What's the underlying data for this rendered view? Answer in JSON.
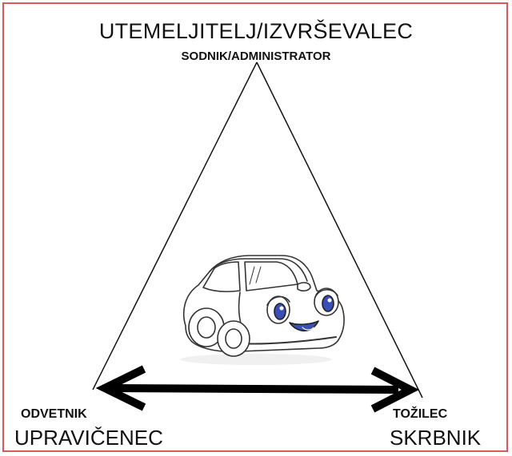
{
  "nodes": {
    "top": {
      "main": "UTEMELJITELJ/IZVRŠEVALEC",
      "sub": "SODNIK/ADMINISTRATOR"
    },
    "bottom_left": {
      "main": "UPRAVIČENEC",
      "sub": "ODVETNIK"
    },
    "bottom_right": {
      "main": "SKRBNIK",
      "sub": "TOŽILEC"
    }
  },
  "center_image": "cartoon-car",
  "connectors": [
    "triangle",
    "double-headed-arrow"
  ],
  "colors": {
    "border": "#d9585a",
    "ink": "#111111"
  }
}
